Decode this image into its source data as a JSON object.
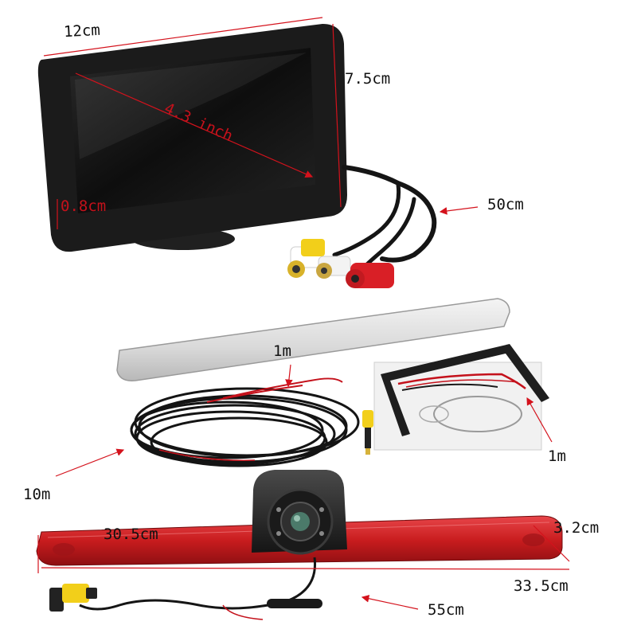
{
  "labels": {
    "monitor_width": "12cm",
    "monitor_height": "7.5cm",
    "screen_diagonal": "4.3 inch",
    "monitor_depth": "0.8cm",
    "monitor_cable": "50cm",
    "splitter_cable": "1m",
    "bracket_cable": "1m",
    "extension_cable": "10m",
    "light_length": "30.5cm",
    "light_height": "3.2cm",
    "light_total_length": "33.5cm",
    "camera_cable": "55cm"
  },
  "colors": {
    "annotation_red": "#d4121c",
    "light_red": "#c81c1e",
    "monitor_body": "#1b1b1b",
    "connector_yellow": "#f2cf1a",
    "connector_red": "#d91f26"
  }
}
